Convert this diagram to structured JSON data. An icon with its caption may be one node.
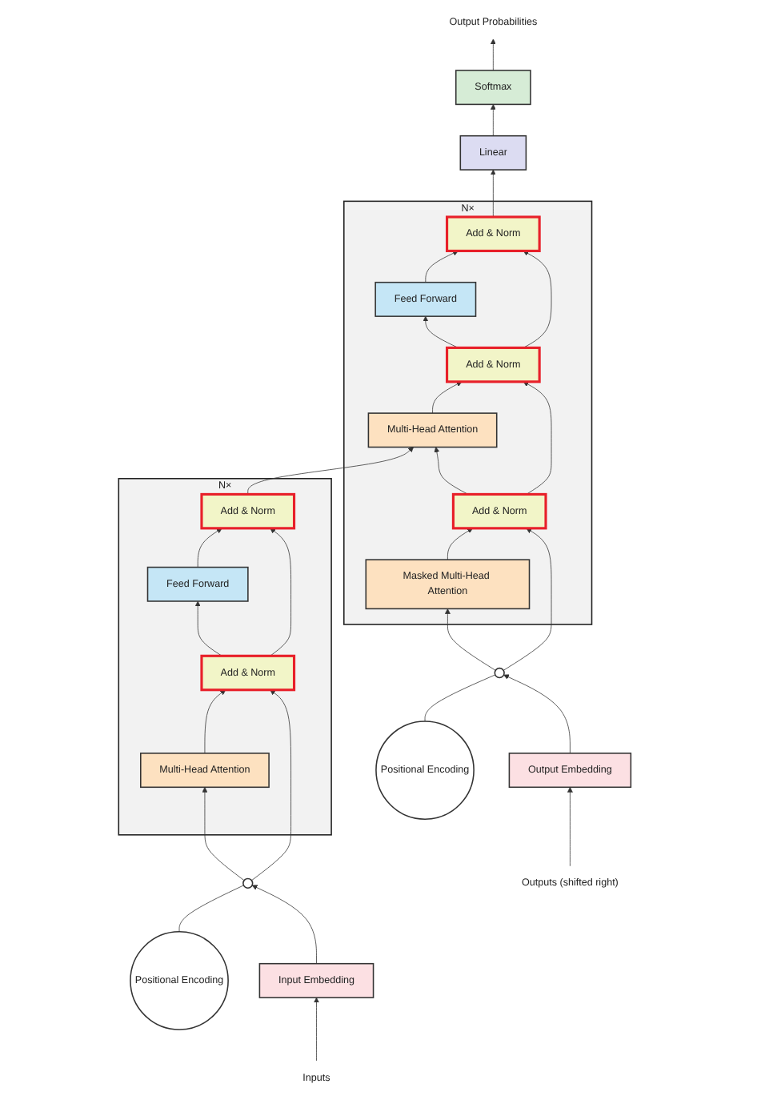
{
  "diagram": {
    "nodes": [
      {
        "text": [
          "Output Probabilities"
        ]
      },
      {
        "text": [
          "Softmax"
        ]
      },
      {
        "text": [
          "Linear"
        ]
      },
      {
        "text": [
          "N×"
        ]
      },
      {
        "text": [
          "Add & Norm"
        ],
        "in": 3
      },
      {
        "text": [
          "Feed Forward"
        ],
        "in": 3
      },
      {
        "text": [
          "Add & Norm"
        ],
        "in": 3
      },
      {
        "text": [
          "Multi-Head Attention"
        ],
        "in": 3
      },
      {
        "text": [
          "Add & Norm"
        ],
        "in": 3
      },
      {
        "text": [
          "Masked Multi-Head Attention"
        ],
        "in": 3
      },
      {
        "text": [
          "N×"
        ]
      },
      {
        "text": [
          "Add & Norm"
        ],
        "in": 10
      },
      {
        "text": [
          "Feed Forward"
        ],
        "in": 10
      },
      {
        "text": [
          "Add & Norm"
        ],
        "in": 10
      },
      {
        "text": [
          "Multi-Head Attention"
        ],
        "in": 10
      },
      {
        "text": [
          "Positional Encoding"
        ]
      },
      {
        "text": [],
        "shape": "circle"
      },
      {
        "text": [],
        "shape": "circle"
      },
      {
        "text": [
          "Positional Encoding"
        ]
      },
      {
        "text": [
          "Input Embedding"
        ]
      },
      {
        "text": [
          "Output Embedding"
        ]
      },
      {
        "text": [
          "Inputs"
        ]
      },
      {
        "text": [
          "Outputs (shifted right)"
        ]
      }
    ],
    "edges": [
      {
        "from": 21,
        "to": 19,
        "arrow": "to"
      },
      {
        "from": 19,
        "to": 16,
        "arrow": "to"
      },
      {
        "from": 15,
        "to": 16,
        "arrow": "none"
      },
      {
        "from": 16,
        "to": 14,
        "arrow": "to"
      },
      {
        "from": 16,
        "to": 13,
        "arrow": "to"
      },
      {
        "from": 14,
        "to": 13,
        "arrow": "to"
      },
      {
        "from": 13,
        "to": 12,
        "arrow": "to"
      },
      {
        "from": 13,
        "to": 11,
        "arrow": "to"
      },
      {
        "from": 12,
        "to": 11,
        "arrow": "to"
      },
      {
        "from": 11,
        "to": 7,
        "arrow": "to"
      },
      {
        "from": 22,
        "to": 20,
        "arrow": "to"
      },
      {
        "from": 20,
        "to": 17,
        "arrow": "to"
      },
      {
        "from": 18,
        "to": 17,
        "arrow": "none"
      },
      {
        "from": 17,
        "to": 9,
        "arrow": "to"
      },
      {
        "from": 17,
        "to": 8,
        "arrow": "to"
      },
      {
        "from": 9,
        "to": 8,
        "arrow": "to"
      },
      {
        "from": 8,
        "to": 7,
        "arrow": "to"
      },
      {
        "from": 8,
        "to": 6,
        "arrow": "to"
      },
      {
        "from": 7,
        "to": 6,
        "arrow": "to"
      },
      {
        "from": 6,
        "to": 5,
        "arrow": "to"
      },
      {
        "from": 6,
        "to": 4,
        "arrow": "to"
      },
      {
        "from": 5,
        "to": 4,
        "arrow": "to"
      },
      {
        "from": 4,
        "to": 2,
        "arrow": "to"
      },
      {
        "from": 2,
        "to": 1,
        "arrow": "to"
      },
      {
        "from": 1,
        "to": 0,
        "arrow": "to"
      }
    ]
  }
}
